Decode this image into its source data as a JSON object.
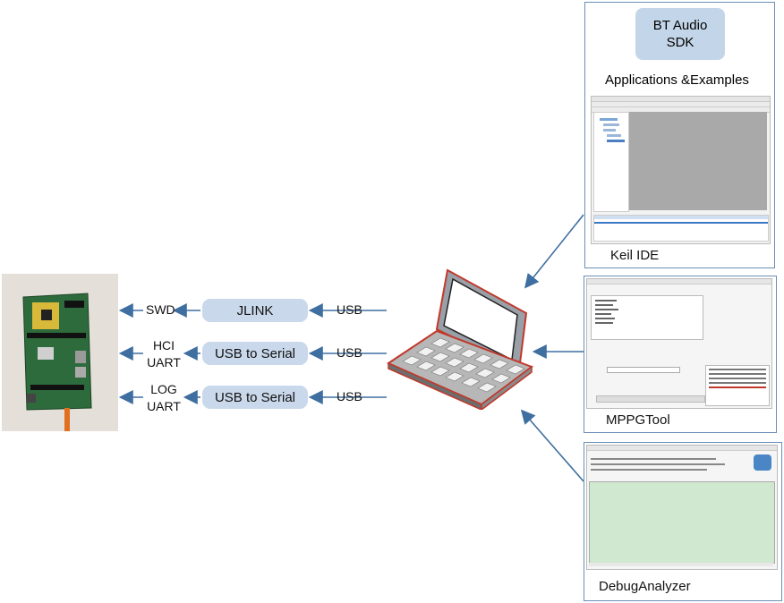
{
  "left_chain": {
    "rows": [
      {
        "left_label": "SWD",
        "box_label": "JLINK",
        "right_label": "USB"
      },
      {
        "left_label": "HCI\nUART",
        "box_label": "USB to Serial",
        "right_label": "USB"
      },
      {
        "left_label": "LOG\nUART",
        "box_label": "USB to Serial",
        "right_label": "USB"
      }
    ]
  },
  "keil_panel": {
    "sdk_box": "BT Audio\nSDK",
    "apps_label": "Applications &Examples",
    "caption": "Keil IDE"
  },
  "mppg_panel": {
    "caption": "MPPGTool"
  },
  "debug_panel": {
    "caption": "DebugAnalyzer"
  },
  "colors": {
    "arrow": "#3f6fa0",
    "pill": "#c9d8ea",
    "panel_border": "#6b8fb5",
    "log_area": "#cfe8cf",
    "laptop_outline": "#c0392b"
  }
}
